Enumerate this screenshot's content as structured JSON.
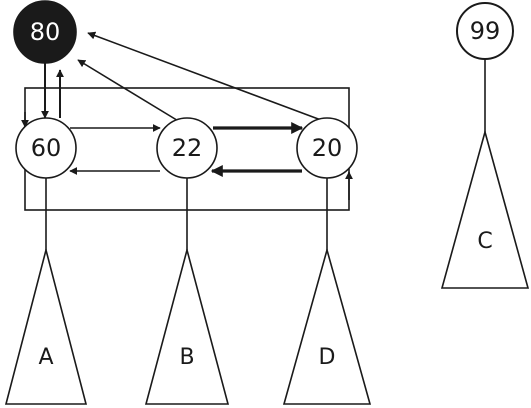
{
  "colors": {
    "ink": "#1a1a1a",
    "paper": "#ffffff"
  },
  "nodes": {
    "top": "80",
    "right_root": "99",
    "row_left": "60",
    "row_mid": "22",
    "row_right": "20"
  },
  "subtrees": {
    "left": "A",
    "mid": "B",
    "right": "D",
    "far_right": "C"
  }
}
